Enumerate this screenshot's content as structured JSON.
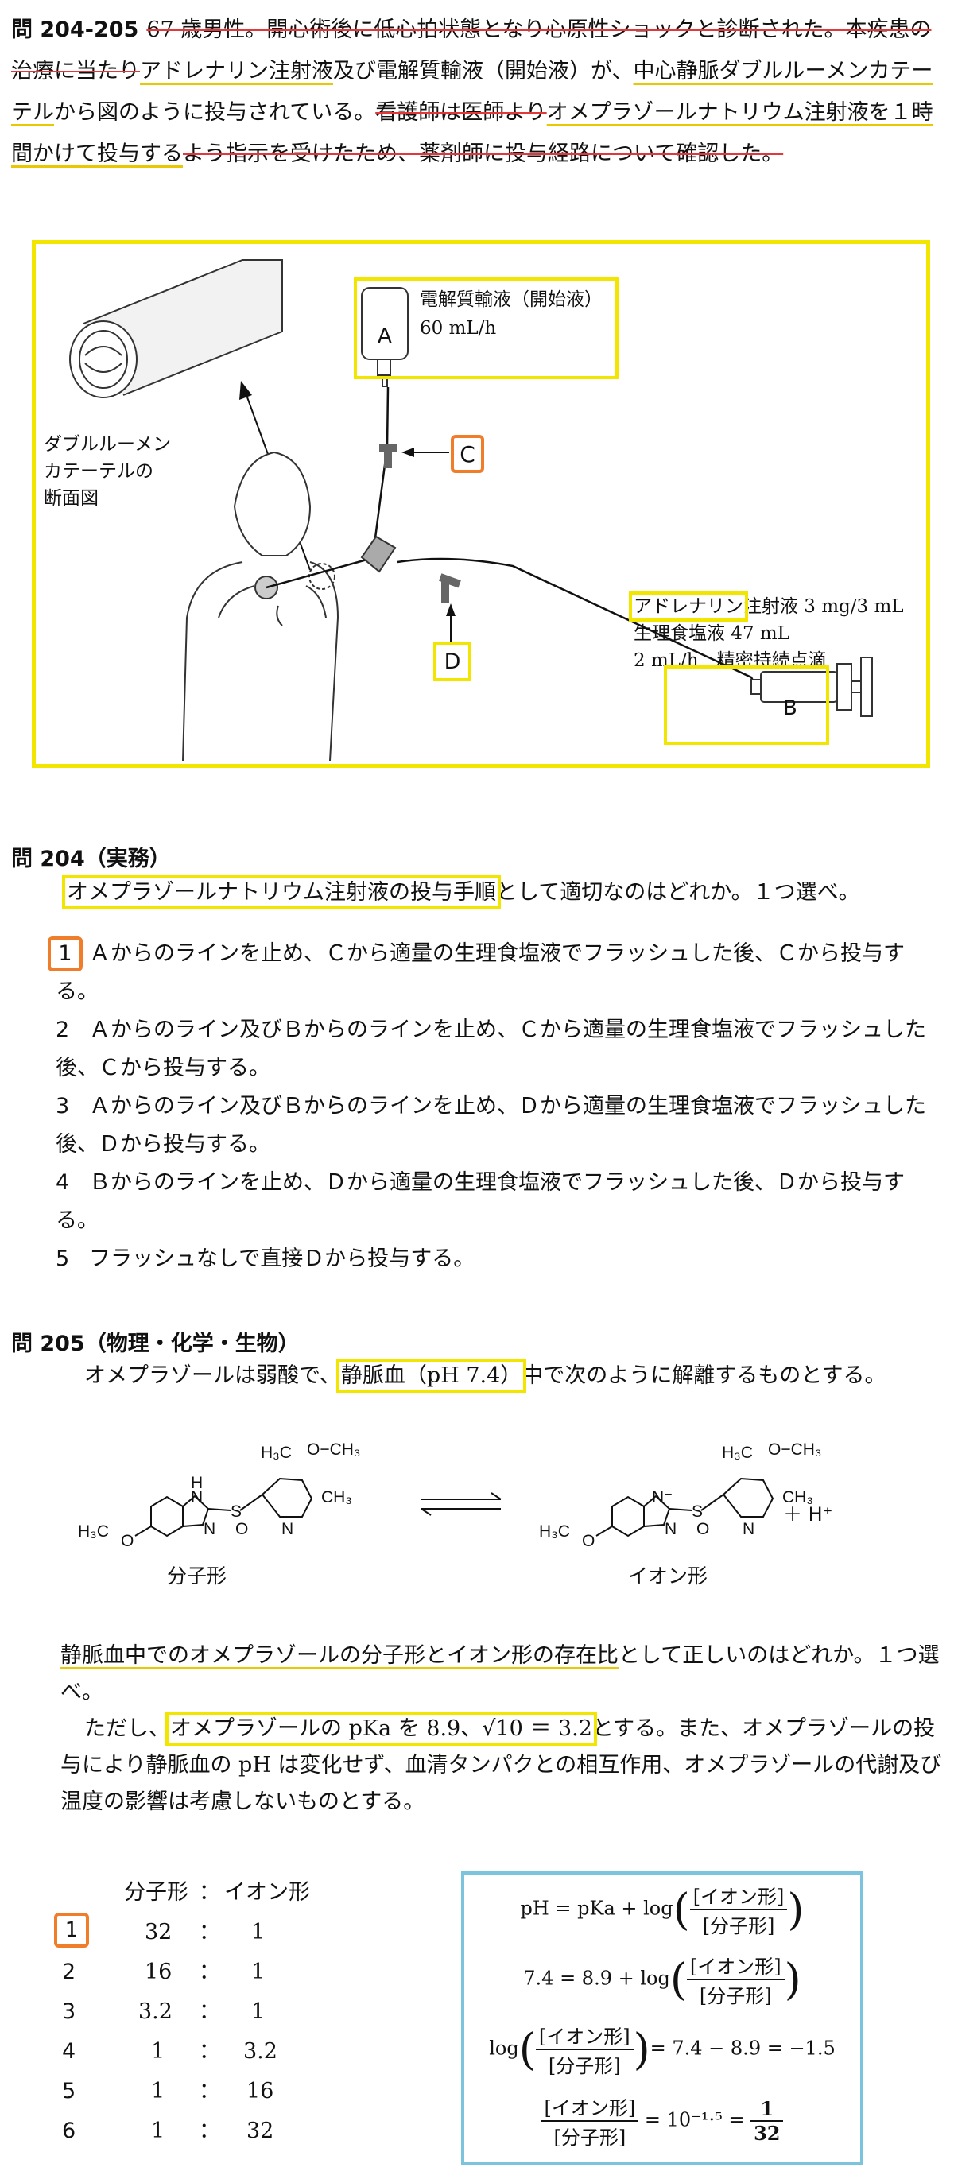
{
  "header": {
    "qlabel": "問 204-205",
    "seg1": "67 歳男性。開心術後に低心拍状態となり心原性ショックと診断された。本疾患の治療に当たり",
    "seg2": "アドレナリン注射液",
    "seg3": "及び電解質輸液（開始液）が、",
    "seg4": "中心静脈ダブルルーメンカテーテル",
    "seg5": "から図のように投与されている。",
    "seg6": "看護師は医師より",
    "seg7": "オメプラゾールナトリウム注射液を１時間かけて投与する",
    "seg8": "よう指示を受けたため、薬剤師に投与経路について確認した。"
  },
  "diagram": {
    "label_A": "A",
    "fluid_name": "電解質輸液（開始液）",
    "fluid_rate": "60 mL/h",
    "label_C": "C",
    "label_D": "D",
    "label_B": "B",
    "catheter_caption_1": "ダブルルーメン",
    "catheter_caption_2": "カテーテルの",
    "catheter_caption_3": "断面図",
    "adrenaline": "アドレナリン",
    "adrenaline_rest": "注射液 3 mg/3 mL",
    "saline": "生理食塩液 47 mL",
    "rate": "2 mL/h　精密持続点滴"
  },
  "q204": {
    "head": "問 204（実務）",
    "stem_box": "オメプラゾールナトリウム注射液の投与手順",
    "stem_rest": "として適切なのはどれか。１つ選べ。",
    "options": [
      {
        "num": "1",
        "text": "Ａからのラインを止め、Ｃから適量の生理食塩液でフラッシュした後、Ｃから投与する。"
      },
      {
        "num": "2",
        "text": "Ａからのライン及びＢからのラインを止め、Ｃから適量の生理食塩液でフラッシュした後、Ｃから投与する。"
      },
      {
        "num": "3",
        "text": "Ａからのライン及びＢからのラインを止め、Ｄから適量の生理食塩液でフラッシュした後、Ｄから投与する。"
      },
      {
        "num": "4",
        "text": "Ｂからのラインを止め、Ｄから適量の生理食塩液でフラッシュした後、Ｄから投与する。"
      },
      {
        "num": "5",
        "text": "フラッシュなしで直接Ｄから投与する。"
      }
    ]
  },
  "q205": {
    "head": "問 205（物理・化学・生物）",
    "intro_a": "オメプラゾールは弱酸で、",
    "intro_box": "静脈血（pH 7.4）",
    "intro_b": "中で次のように解離するものとする。",
    "mol_left": "分子形",
    "mol_right": "イオン形",
    "plus_h": "＋ H⁺",
    "stem_u": "静脈血中でのオメプラゾールの分子形とイオン形の存在比",
    "stem_rest": "として正しいのはどれか。１つ選べ。",
    "note_a": "ただし、",
    "note_box": "オメプラゾールの pKa を 8.9、√10 ＝ 3.2",
    "note_b": "とする。また、オメプラゾールの投与により静脈血の pH は変化せず、血清タンパクとの相互作用、オメプラゾールの代謝及び温度の影響は考慮しないものとする。",
    "table_header_left": "分子形",
    "table_header_sep": "：",
    "table_header_right": "イオン形",
    "rows": [
      {
        "num": "1",
        "left": "32",
        "right": "1"
      },
      {
        "num": "2",
        "left": "16",
        "right": "1"
      },
      {
        "num": "3",
        "left": "3.2",
        "right": "1"
      },
      {
        "num": "4",
        "left": "1",
        "right": "3.2"
      },
      {
        "num": "5",
        "left": "1",
        "right": "16"
      },
      {
        "num": "6",
        "left": "1",
        "right": "32"
      }
    ],
    "sep": "："
  },
  "formula": {
    "f1_lhs": "pH = pKa + log",
    "ion": "[イオン形]",
    "mol": "[分子形]",
    "f2_lhs": "7.4 = 8.9 + log",
    "f3_lhs": "log",
    "f3_rhs": "= 7.4 − 8.9 = −1.5",
    "f4_rhs": "= 10⁻¹·⁵ =",
    "f4_n": "1",
    "f4_d": "32"
  },
  "colors": {
    "highlight": "#f2e600",
    "answer_box": "#ef7d2a",
    "formula_border": "#7cc4dd",
    "strike": "#e2373b"
  }
}
